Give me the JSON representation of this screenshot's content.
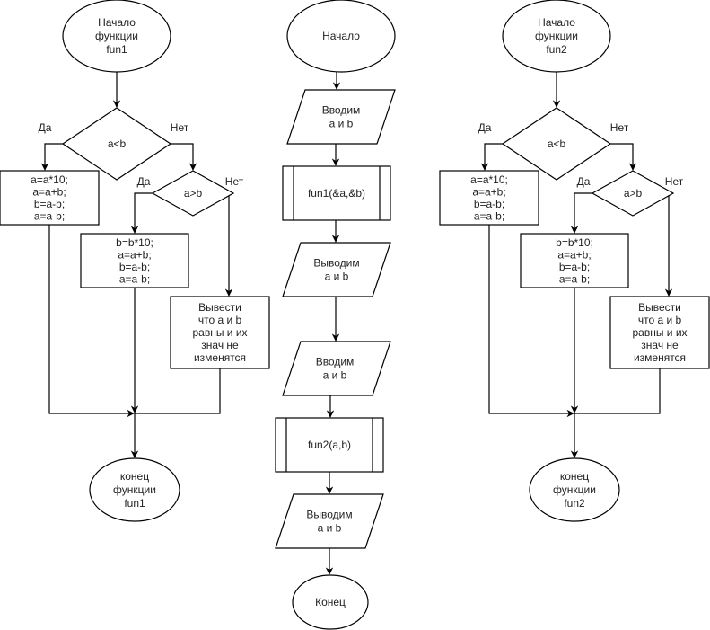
{
  "diagram": {
    "colors": {
      "stroke": "#000000",
      "fill": "#ffffff",
      "text": "#222222"
    },
    "fun1": {
      "start": [
        "Начало",
        "функции",
        "fun1"
      ],
      "decision1": "a<b",
      "decision1_yes": "Да",
      "decision1_no": "Нет",
      "yes_block": [
        "a=a*10;",
        "a=a+b;",
        "b=a-b;",
        "a=a-b;"
      ],
      "decision2": "a>b",
      "decision2_yes": "Да",
      "decision2_no": "Нет",
      "greater_block": [
        "b=b*10;",
        "a=a+b;",
        "b=a-b;",
        "a=a-b;"
      ],
      "equal_block": [
        "Вывести",
        "что a и b",
        "равны и их",
        "знач не",
        "изменятся"
      ],
      "end": [
        "конец",
        "функции",
        "fun1"
      ]
    },
    "main": {
      "start": "Начало",
      "input1": [
        "Вводим",
        "a и b"
      ],
      "call1": "fun1(&a,&b)",
      "output1": [
        "Выводим",
        "a и b"
      ],
      "input2": [
        "Вводим",
        "a и b"
      ],
      "call2": "fun2(a,b)",
      "output2": [
        "Выводим",
        "a и b"
      ],
      "end": "Конец"
    },
    "fun2": {
      "start": [
        "Начало",
        "функции",
        "fun2"
      ],
      "decision1": "a<b",
      "decision1_yes": "Да",
      "decision1_no": "Нет",
      "yes_block": [
        "a=a*10;",
        "a=a+b;",
        "b=a-b;",
        "a=a-b;"
      ],
      "decision2": "a>b",
      "decision2_yes": "Да",
      "decision2_no": "Нет",
      "greater_block": [
        "b=b*10;",
        "a=a+b;",
        "b=a-b;",
        "a=a-b;"
      ],
      "equal_block": [
        "Вывести",
        "что a и b",
        "равны и их",
        "знач не",
        "изменятся"
      ],
      "end": [
        "конец",
        "функции",
        "fun2"
      ]
    }
  }
}
